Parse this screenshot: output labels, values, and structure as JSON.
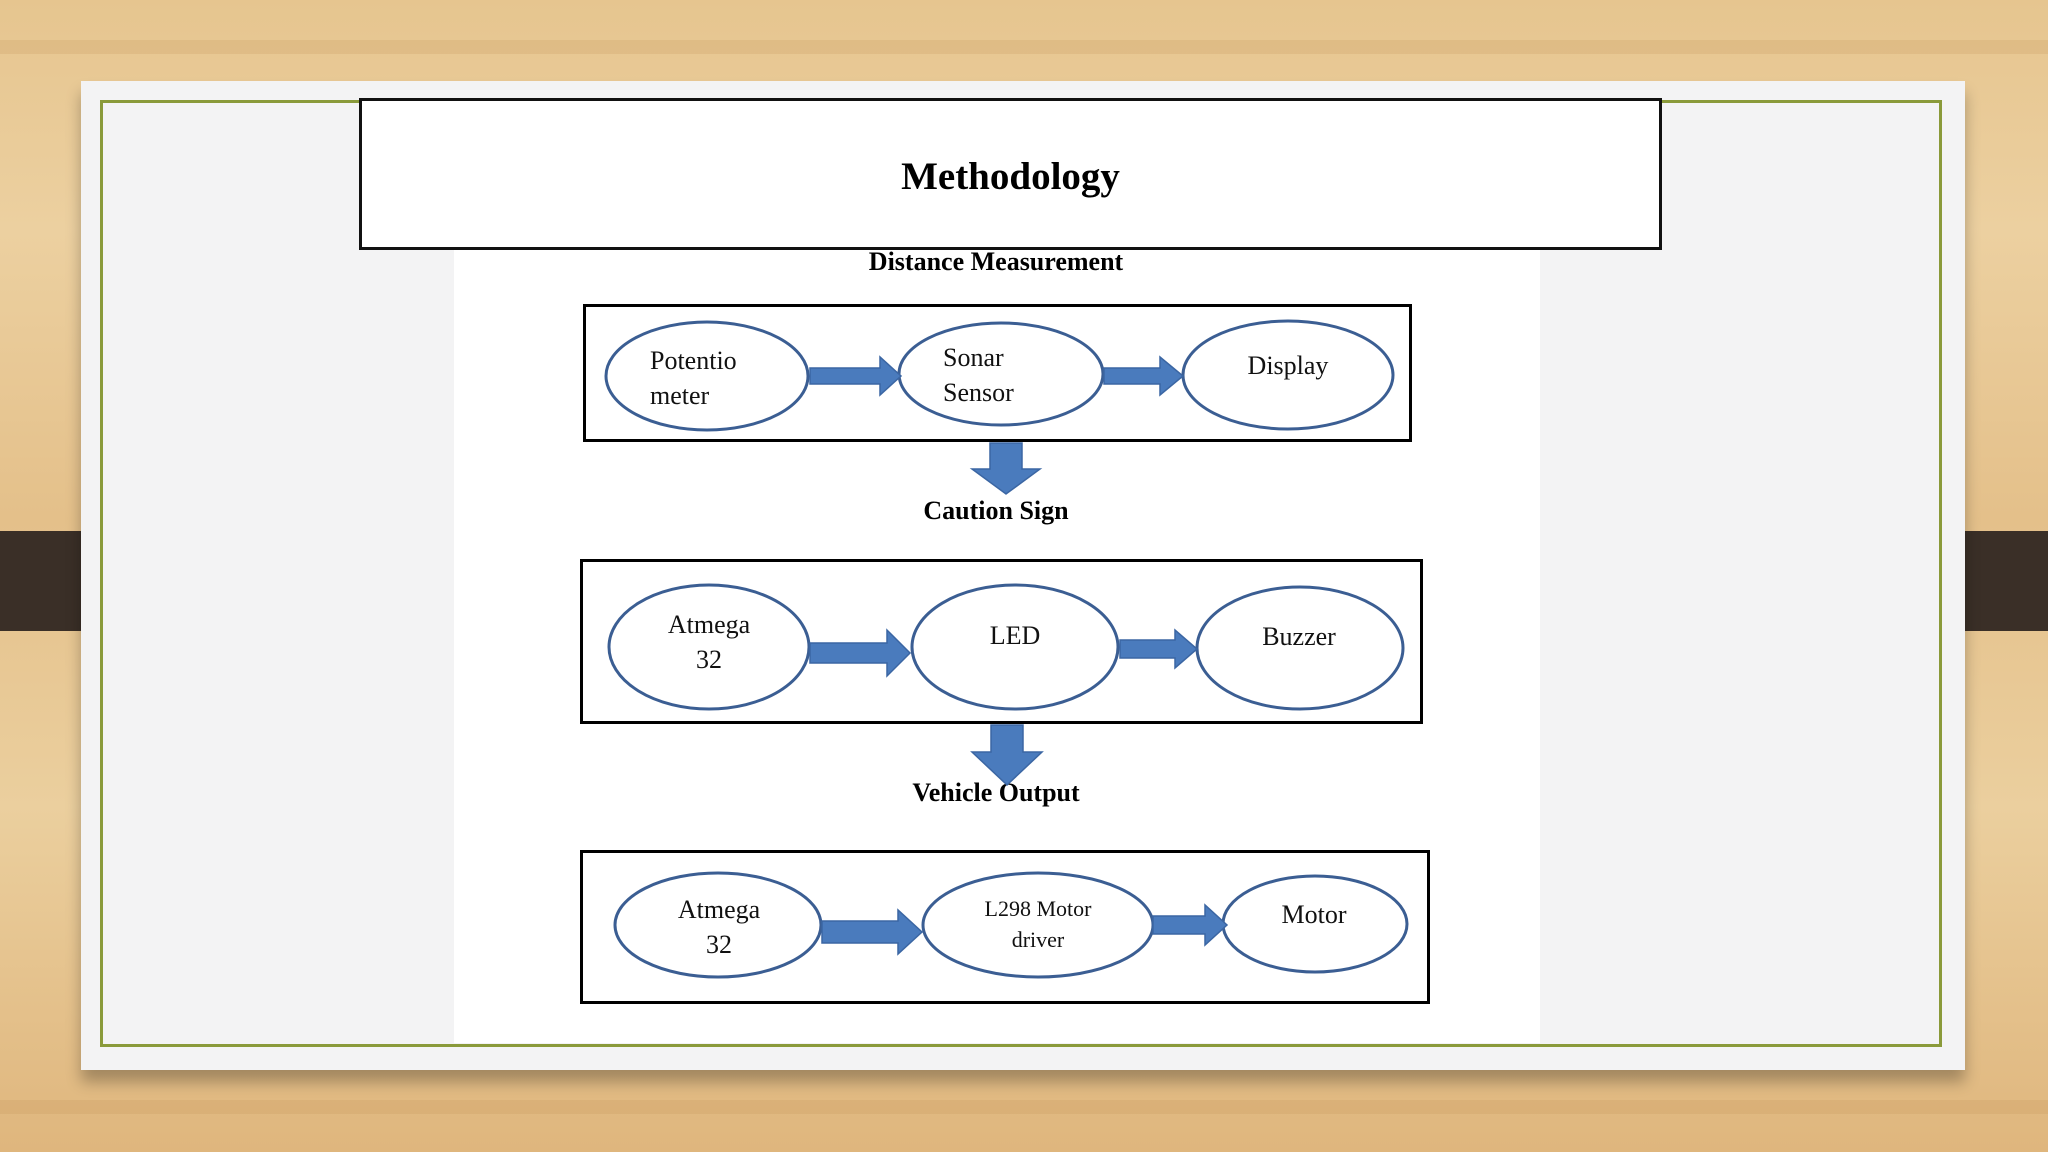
{
  "title": "Methodology",
  "sections": [
    {
      "label": "Distance Measurement",
      "nodes": [
        "Potentio\nmeter",
        "Sonar\nSensor",
        "Display"
      ]
    },
    {
      "label": "Caution Sign",
      "nodes": [
        "Atmega\n32",
        "LED",
        "Buzzer"
      ]
    },
    {
      "label": "Vehicle Output",
      "nodes": [
        "Atmega\n32",
        "L298 Motor\ndriver",
        "Motor"
      ]
    }
  ],
  "colors": {
    "node_stroke": "#3b5e93",
    "arrow_fill": "#4a7bbd",
    "slide_border": "#8a9a3a"
  }
}
